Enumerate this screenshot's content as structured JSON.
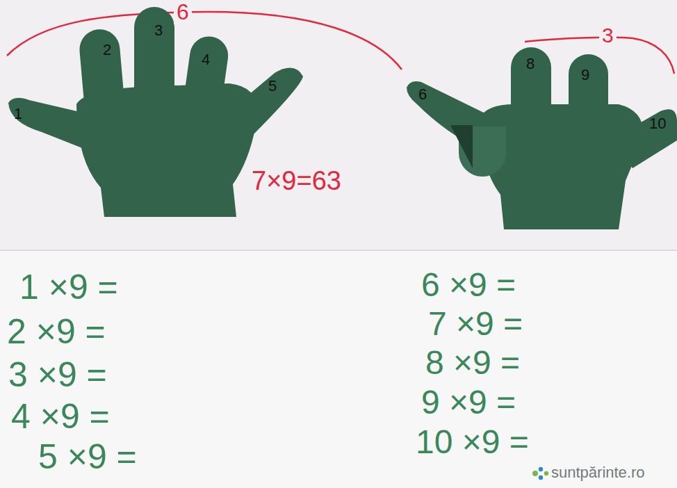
{
  "diagram": {
    "nodes": [
      {
        "text": [
          "1",
          "2",
          "3",
          "4",
          "5"
        ]
      },
      {
        "text": [
          "6",
          "8",
          "9",
          "10"
        ]
      }
    ],
    "labels": [
      "6",
      "3",
      "7×9=63",
      "1 ×9 =",
      "2 ×9 =",
      "3 ×9 =",
      "4 ×9 =",
      "5 ×9 =",
      "6 ×9 =",
      "7 ×9 =",
      "8 ×9 =",
      "9 ×9 =",
      "10 ×9 =",
      "suntpărinte.ro"
    ]
  }
}
